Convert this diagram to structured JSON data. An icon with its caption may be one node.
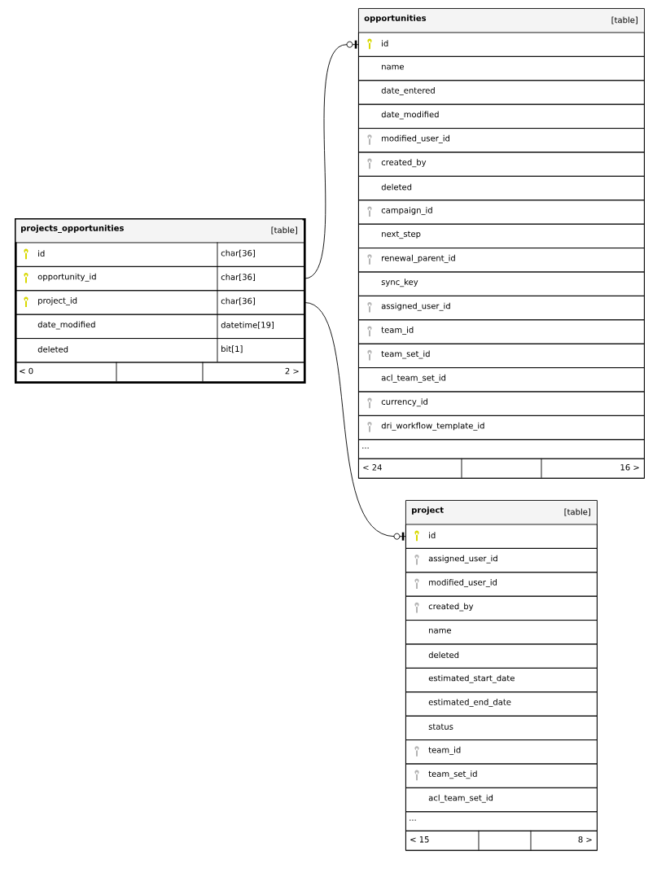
{
  "diagram": {
    "nodes": [
      {
        "text": [
          "projects_opportunities",
          "[table]"
        ]
      },
      {
        "text": [
          "id",
          "char[36]"
        ],
        "in": 0
      },
      {
        "text": [
          "opportunity_id",
          "char[36]"
        ],
        "in": 0
      },
      {
        "text": [
          "project_id",
          "char[36]"
        ],
        "in": 0
      },
      {
        "text": [
          "date_modified",
          "datetime[19]"
        ],
        "in": 0
      },
      {
        "text": [
          "deleted",
          "bit[1]"
        ],
        "in": 0
      },
      {
        "text": [
          "< 0",
          "2 >"
        ],
        "in": 0
      },
      {
        "text": [
          "opportunities",
          "[table]"
        ]
      },
      {
        "text": [
          "id"
        ],
        "in": 7
      },
      {
        "text": [
          "name"
        ],
        "in": 7
      },
      {
        "text": [
          "date_entered"
        ],
        "in": 7
      },
      {
        "text": [
          "date_modified"
        ],
        "in": 7
      },
      {
        "text": [
          "modified_user_id"
        ],
        "in": 7
      },
      {
        "text": [
          "created_by"
        ],
        "in": 7
      },
      {
        "text": [
          "deleted"
        ],
        "in": 7
      },
      {
        "text": [
          "campaign_id"
        ],
        "in": 7
      },
      {
        "text": [
          "next_step"
        ],
        "in": 7
      },
      {
        "text": [
          "renewal_parent_id"
        ],
        "in": 7
      },
      {
        "text": [
          "sync_key"
        ],
        "in": 7
      },
      {
        "text": [
          "assigned_user_id"
        ],
        "in": 7
      },
      {
        "text": [
          "team_id"
        ],
        "in": 7
      },
      {
        "text": [
          "team_set_id"
        ],
        "in": 7
      },
      {
        "text": [
          "acl_team_set_id"
        ],
        "in": 7
      },
      {
        "text": [
          "currency_id"
        ],
        "in": 7
      },
      {
        "text": [
          "dri_workflow_template_id"
        ],
        "in": 7
      },
      {
        "text": [
          "..."
        ],
        "in": 7
      },
      {
        "text": [
          "< 24",
          "16 >"
        ],
        "in": 7
      },
      {
        "text": [
          "project",
          "[table]"
        ]
      },
      {
        "text": [
          "id"
        ],
        "in": 27
      },
      {
        "text": [
          "assigned_user_id"
        ],
        "in": 27
      },
      {
        "text": [
          "modified_user_id"
        ],
        "in": 27
      },
      {
        "text": [
          "created_by"
        ],
        "in": 27
      },
      {
        "text": [
          "name"
        ],
        "in": 27
      },
      {
        "text": [
          "deleted"
        ],
        "in": 27
      },
      {
        "text": [
          "estimated_start_date"
        ],
        "in": 27
      },
      {
        "text": [
          "estimated_end_date"
        ],
        "in": 27
      },
      {
        "text": [
          "status"
        ],
        "in": 27
      },
      {
        "text": [
          "team_id"
        ],
        "in": 27
      },
      {
        "text": [
          "team_set_id"
        ],
        "in": 27
      },
      {
        "text": [
          "acl_team_set_id"
        ],
        "in": 27
      },
      {
        "text": [
          "..."
        ],
        "in": 27
      },
      {
        "text": [
          "< 15",
          "8 >"
        ],
        "in": 27
      }
    ],
    "edges": [
      {
        "from": 2,
        "to": 8,
        "arrow": "other"
      },
      {
        "from": 3,
        "to": 28,
        "arrow": "other"
      }
    ]
  }
}
